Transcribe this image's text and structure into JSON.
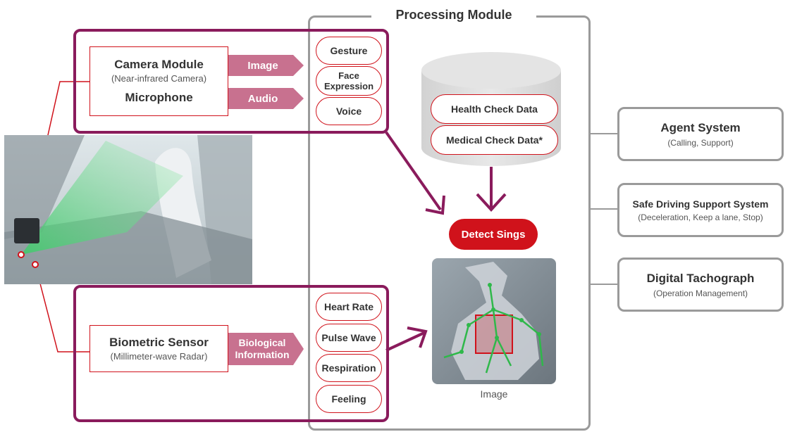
{
  "processing_module": {
    "title": "Processing Module"
  },
  "sensors": {
    "camera": {
      "title": "Camera Module",
      "subtitle": "(Near-infrared Camera)"
    },
    "microphone": {
      "title": "Microphone"
    },
    "biometric": {
      "title": "Biometric Sensor",
      "subtitle": "(Millimeter-wave Radar)"
    }
  },
  "tags": {
    "image": "Image",
    "audio": "Audio",
    "biological": "Biological Information"
  },
  "top_signals": [
    "Gesture",
    "Face Expression",
    "Voice"
  ],
  "bottom_signals": [
    "Heart Rate",
    "Pulse Wave",
    "Respiration",
    "Feeling"
  ],
  "database": {
    "items": [
      "Health Check Data",
      "Medical Check Data*"
    ]
  },
  "detect": {
    "label": "Detect Sings"
  },
  "image_caption": "Image",
  "outputs": [
    {
      "title": "Agent System",
      "subtitle": "(Calling, Support)"
    },
    {
      "title": "Safe Driving Support System",
      "subtitle": "(Deceleration, Keep a lane, Stop)"
    },
    {
      "title": "Digital Tachograph",
      "subtitle": "(Operation Management)"
    }
  ],
  "colors": {
    "accent_red": "#d0121b",
    "magenta": "#8a1b5c",
    "tag_pink": "#c8718f",
    "gray": "#9a9a9a"
  }
}
